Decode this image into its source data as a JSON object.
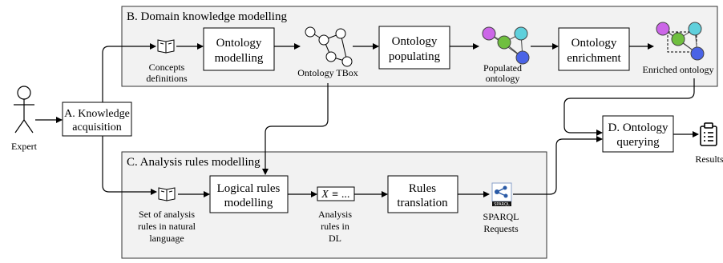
{
  "panels": {
    "domain": "B. Domain knowledge modelling",
    "analysis": "C. Analysis rules modelling"
  },
  "actors": {
    "expert": "Expert",
    "results": "Results"
  },
  "boxes": {
    "knowledge_acquisition": [
      "A. Knowledge",
      "acquisition"
    ],
    "ontology_modelling": [
      "Ontology",
      "modelling"
    ],
    "ontology_populating": [
      "Ontology",
      "populating"
    ],
    "ontology_enrichment": [
      "Ontology",
      "enrichment"
    ],
    "ontology_querying": [
      "D. Ontology",
      "querying"
    ],
    "logical_rules_modelling": [
      "Logical rules",
      "modelling"
    ],
    "rules_translation": [
      "Rules",
      "translation"
    ]
  },
  "labels": {
    "concepts_definitions": [
      "Concepts",
      "definitions"
    ],
    "ontology_tbox": "Ontology TBox",
    "populated_ontology": [
      "Populated",
      "ontology"
    ],
    "enriched_ontology": "Enriched ontology",
    "analysis_rules_set": [
      "Set of analysis",
      "rules in natural",
      "language"
    ],
    "analysis_rules_dl": [
      "Analysis",
      "rules in",
      "DL"
    ],
    "dl_formula": "X ≡ ...",
    "sparql_requests": [
      "SPARQL",
      "Requests"
    ],
    "sparql_logo": "SPARQL"
  },
  "colors": {
    "node_magenta": "#cc66e8",
    "node_cyan": "#5fd0dc",
    "node_green": "#6fbf3f",
    "node_blue": "#4a63e6",
    "panel_fill": "#f2f2f2"
  },
  "icons": [
    "person-icon",
    "book-icon",
    "graph-icon",
    "clipboard-icon",
    "sparql-logo-icon"
  ]
}
